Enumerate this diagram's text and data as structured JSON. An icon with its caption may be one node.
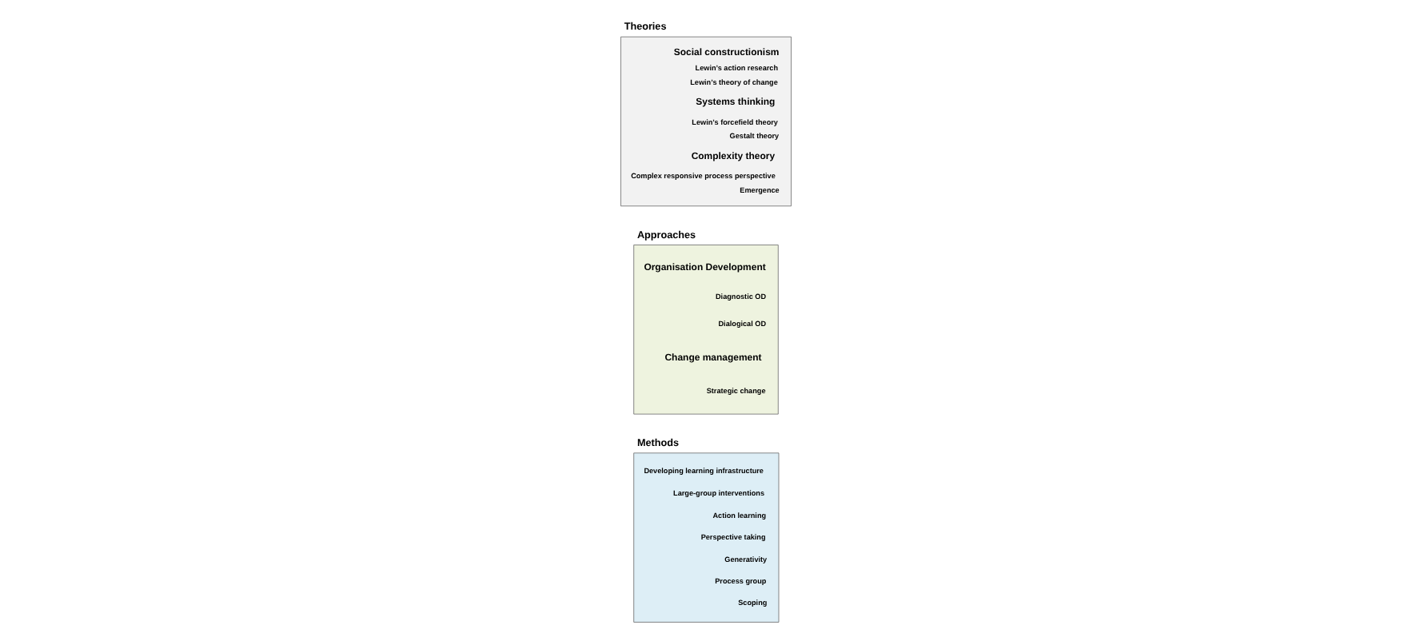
{
  "diagram": {
    "nodes": [
      {
        "text": [
          "Theories",
          "Social constructionism",
          "Lewin’s action research",
          "Lewin’s theory of change",
          "Systems thinking",
          "Lewin’s forcefield theory",
          "Gestalt theory",
          "Complexity theory",
          "Complex responsive process perspective",
          "Emergence"
        ]
      },
      {
        "text": [
          "Approaches",
          "Organisation Development",
          "Diagnostic OD",
          "Dialogical OD",
          "Change management",
          "Strategic change"
        ]
      },
      {
        "text": [
          "Methods",
          "Developing learning infrastructure",
          "Large-group interventions",
          "Action learning",
          "Perspective taking",
          "Generativity",
          "Process group",
          "Scoping"
        ]
      }
    ],
    "edges": []
  }
}
